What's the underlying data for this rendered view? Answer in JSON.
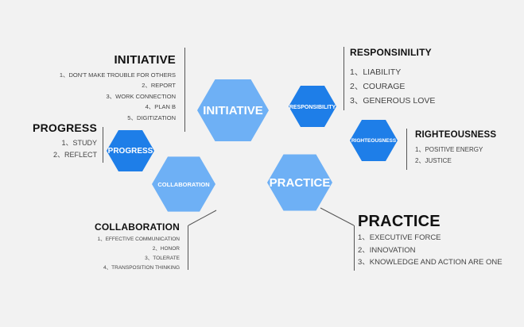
{
  "hexagons": {
    "initiative": {
      "label": "INITIATIVE",
      "color": "#6eb0f5"
    },
    "responsibility": {
      "label": "RESPONSIBILITY",
      "color": "#1e7ee8"
    },
    "righteousness": {
      "label": "RIGHTEOUSNESS",
      "color": "#1e7ee8"
    },
    "progress": {
      "label": "PROGRESS",
      "color": "#1e7ee8"
    },
    "collaboration": {
      "label": "COLLABORATION",
      "color": "#6eb0f5"
    },
    "practice": {
      "label": "PRACTICE",
      "color": "#6eb0f5"
    }
  },
  "blocks": {
    "initiative": {
      "title": "INITIATIVE",
      "items": [
        "1、DON'T MAKE TROUBLE FOR OTHERS",
        "2、REPORT",
        "3、WORK CONNECTION",
        "4、PLAN B",
        "5、DIGITIZATION"
      ]
    },
    "progress": {
      "title": "PROGRESS",
      "items": [
        "1、STUDY",
        "2、REFLECT"
      ]
    },
    "collaboration": {
      "title": "COLLABORATION",
      "items": [
        "1、EFFECTIVE COMMUNICATION",
        "2、HONOR",
        "3、TOLERATE",
        "4、TRANSPOSITION THINKING"
      ]
    },
    "responsibility": {
      "title": "RESPONSINILITY",
      "items": [
        "1、LIABILITY",
        "2、COURAGE",
        "3、GENEROUS LOVE"
      ]
    },
    "righteousness": {
      "title": "RIGHTEOUSNESS",
      "items": [
        "1、POSITIVE ENERGY",
        "2、JUSTICE"
      ]
    },
    "practice": {
      "title": "PRACTICE",
      "items": [
        "1、EXECUTIVE FORCE",
        "2、INNOVATION",
        "3、KNOWLEDGE AND ACTION ARE ONE"
      ]
    }
  },
  "colors": {
    "line": "#555555",
    "dark_hex": "#1e7ee8",
    "light_hex": "#6eb0f5"
  }
}
